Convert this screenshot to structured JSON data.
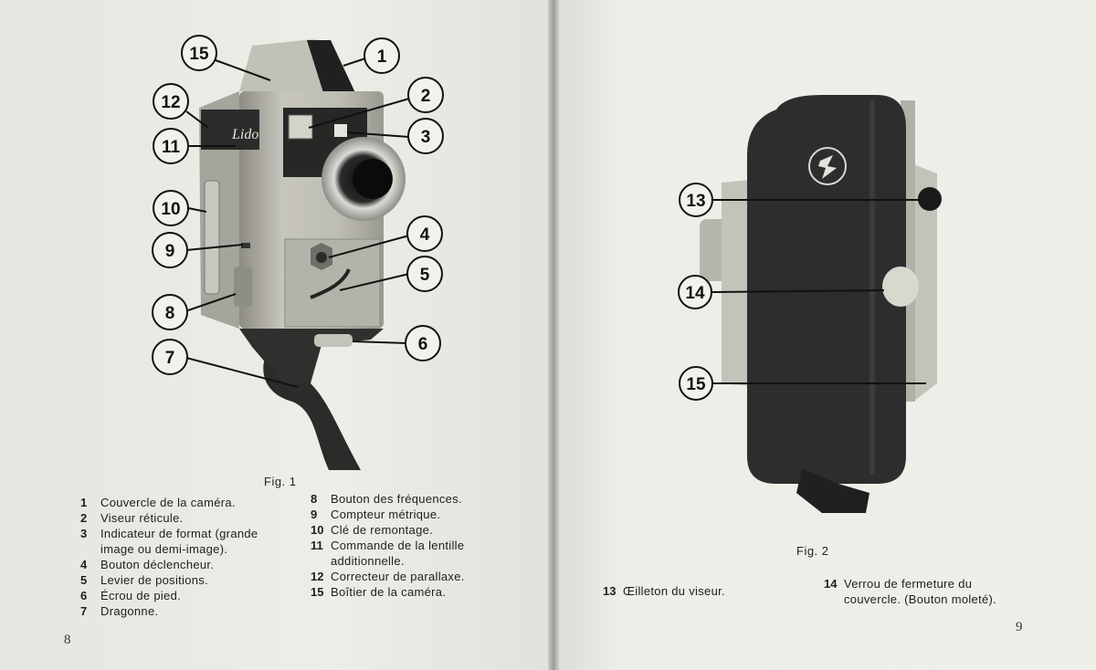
{
  "left_page": {
    "figure_caption": "Fig. 1",
    "page_number": "8",
    "camera_label": "Lido",
    "callouts": [
      "15",
      "1",
      "12",
      "2",
      "11",
      "3",
      "10",
      "4",
      "9",
      "5",
      "8",
      "6",
      "7"
    ],
    "legend_col1": [
      {
        "num": "1",
        "text": "Couvercle de la caméra."
      },
      {
        "num": "2",
        "text": "Viseur réticule."
      },
      {
        "num": "3",
        "text": "Indicateur de format (grande image ou demi-image)."
      },
      {
        "num": "4",
        "text": "Bouton déclencheur."
      },
      {
        "num": "5",
        "text": "Levier de positions."
      },
      {
        "num": "6",
        "text": "Écrou de pied."
      },
      {
        "num": "7",
        "text": "Dragonne."
      }
    ],
    "legend_col2": [
      {
        "num": "8",
        "text": "Bouton des fréquences."
      },
      {
        "num": "9",
        "text": "Compteur métrique."
      },
      {
        "num": "10",
        "text": "Clé de remontage."
      },
      {
        "num": "11",
        "text": "Commande de la lentille additionnelle."
      },
      {
        "num": "12",
        "text": "Correcteur de parallaxe."
      },
      {
        "num": "15",
        "text": "Boîtier de la caméra."
      }
    ]
  },
  "right_page": {
    "figure_caption": "Fig. 2",
    "page_number": "9",
    "callouts": [
      "13",
      "14",
      "15"
    ],
    "legend_col1": [
      {
        "num": "13",
        "text": "Œilleton du viseur."
      }
    ],
    "legend_col2": [
      {
        "num": "14",
        "text": "Verrou de fermeture du couvercle. (Bouton moleté)."
      }
    ]
  },
  "colors": {
    "paper": "#ecebe6",
    "ink": "#1e1e1e",
    "camera_body": "#bdbcb3",
    "camera_dark": "#2e302e"
  }
}
